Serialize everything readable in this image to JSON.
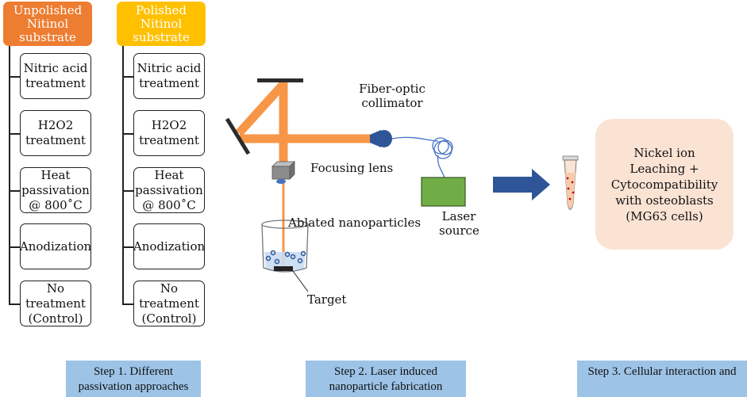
{
  "col1": {
    "header": "Unpolished Nitinol substrate",
    "header_color": "#ed7d31",
    "items": [
      "Nitric acid treatment",
      "H2O2 treatment",
      "Heat passivation @ 800˚C",
      "Anodization",
      "No treatment (Control)"
    ]
  },
  "col2": {
    "header": "Polished Nitinol substrate",
    "header_color": "#ffc000",
    "items": [
      "Nitric acid treatment",
      "H2O2 treatment",
      "Heat passivation @ 800˚C",
      "Anodization",
      "No treatment (Control)"
    ]
  },
  "setup": {
    "collimator_label": "Fiber-optic collimator",
    "lens_label": "Focusing lens",
    "nanoparticles_label": "Ablated nanoparticles",
    "laser_label": "Laser source",
    "target_label": "Target",
    "beam_color": "#f79646",
    "arrow_color": "#2e5597"
  },
  "result": {
    "text": "Nickel ion Leaching + Cytocompatibility with osteoblasts (MG63 cells)",
    "bg_color": "#fbe3d4"
  },
  "steps": [
    "Step 1. Different passivation approaches",
    "Step 2. Laser induced nanoparticle fabrication",
    "Step 3. Cellular interaction and"
  ]
}
